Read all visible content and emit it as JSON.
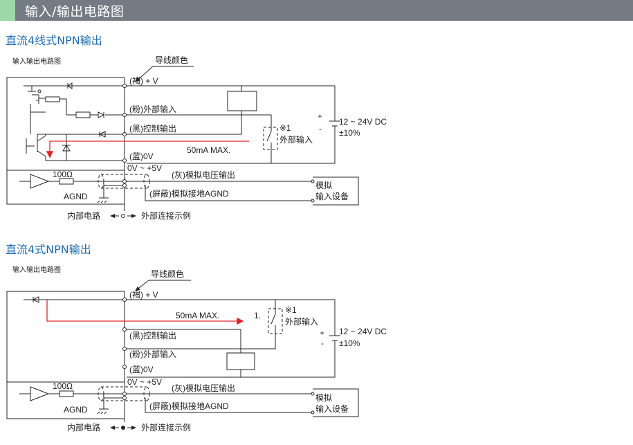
{
  "header": {
    "title": "输入/输出电路图"
  },
  "section1": {
    "title": "直流4线式NPN输出",
    "caption": "输入输出电路图",
    "wire_color": "导线颜色",
    "wire_brown": "(褐) + V",
    "wire_pink": "(粉)外部输入",
    "wire_black": "(黑)控制输出",
    "wire_blue": "(蓝)0V",
    "max_current": "50mA MAX.",
    "note_mark": "※1",
    "ext_input": "外部输入",
    "supply": "12 ~ 24V DC",
    "tolerance": "±10%",
    "plus": "+",
    "minus": "-",
    "volt_range": "0V ~ +5V",
    "gray_out": "(灰)模拟电压输出",
    "shield_gnd": "(屏蔽)模拟接地AGND",
    "resistor": "100Ω",
    "agnd": "AGND",
    "device_line1": "模拟",
    "device_line2": "输入设备",
    "inner": "内部电路",
    "outer": "外部连接示例"
  },
  "section2": {
    "title": "直流4式NPN输出",
    "caption": "输入输出电路图",
    "wire_color": "导线颜色",
    "wire_brown": "(褐) + V",
    "max_current": "50mA MAX.",
    "one": "1.",
    "note_mark": "※1",
    "ext_input": "外部输入",
    "wire_black": "(黑)控制输出",
    "wire_pink": "(粉)外部输入",
    "wire_blue": "(蓝)0V",
    "supply": "12 ~ 24V DC",
    "tolerance": "±10%",
    "plus": "+",
    "minus": "-",
    "volt_range": "0V ~ +5V",
    "gray_out": "(灰)模拟电压输出",
    "shield_gnd": "(屏蔽)模拟接地AGND",
    "resistor": "100Ω",
    "agnd": "AGND",
    "device_line1": "模拟",
    "device_line2": "输入设备",
    "inner": "内部电路",
    "outer": "外部连接示例"
  }
}
